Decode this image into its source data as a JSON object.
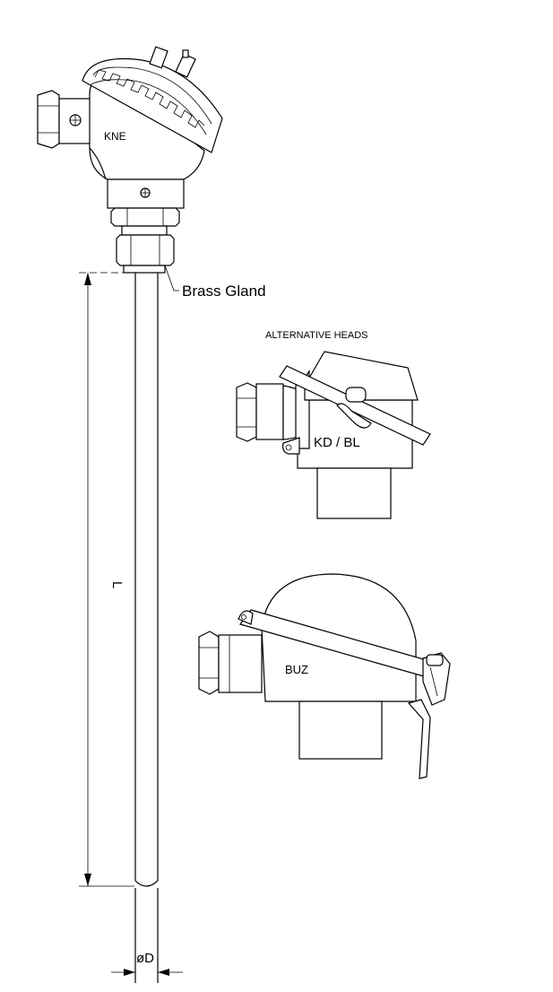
{
  "labels": {
    "kne": "KNE",
    "brass_gland": "Brass Gland",
    "alternative_heads": "ALTERNATIVE HEADS",
    "kd_bl": "KD / BL",
    "buz": "BUZ",
    "length_symbol": "L",
    "diameter_symbol": "øD"
  }
}
